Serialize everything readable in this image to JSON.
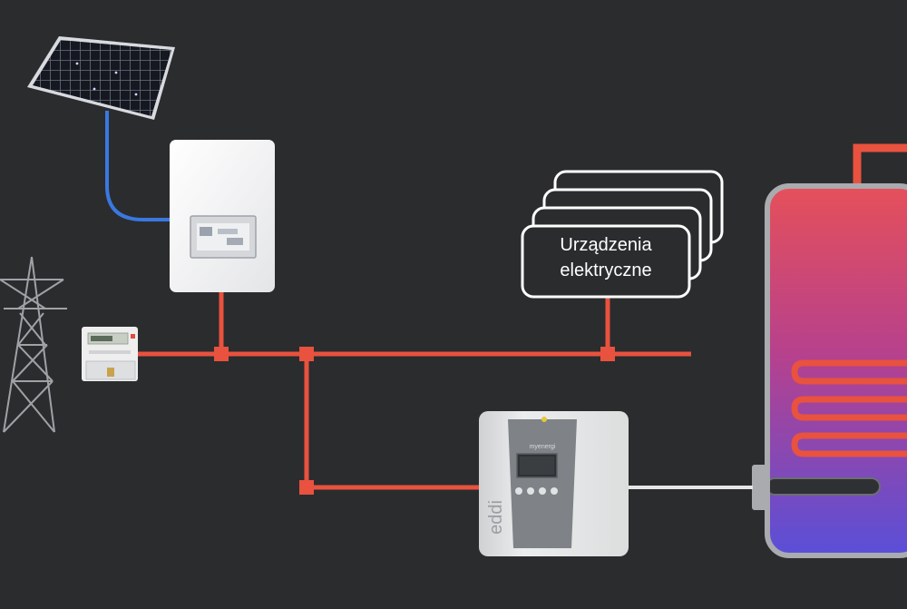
{
  "devices_label": {
    "line1": "Urządzenia",
    "line2": "elektryczne"
  },
  "eddi": {
    "brand_text": "eddi",
    "maker_text": "myenergi"
  },
  "colors": {
    "background": "#2b2c2e",
    "power_line": "#e8523f",
    "solar_cable": "#3a78e0",
    "appliance_outline": "#ffffff",
    "tank_top": "#e5505a",
    "tank_bottom": "#5a4fd8",
    "heater_cable": "#e6e6e6"
  },
  "icons": {
    "solar": "solar-panel-icon",
    "pylon": "power-pylon-icon",
    "meter": "electricity-meter-icon",
    "inverter": "inverter-icon",
    "diverter": "eddi-diverter-icon",
    "tank": "hot-water-tank-icon"
  }
}
